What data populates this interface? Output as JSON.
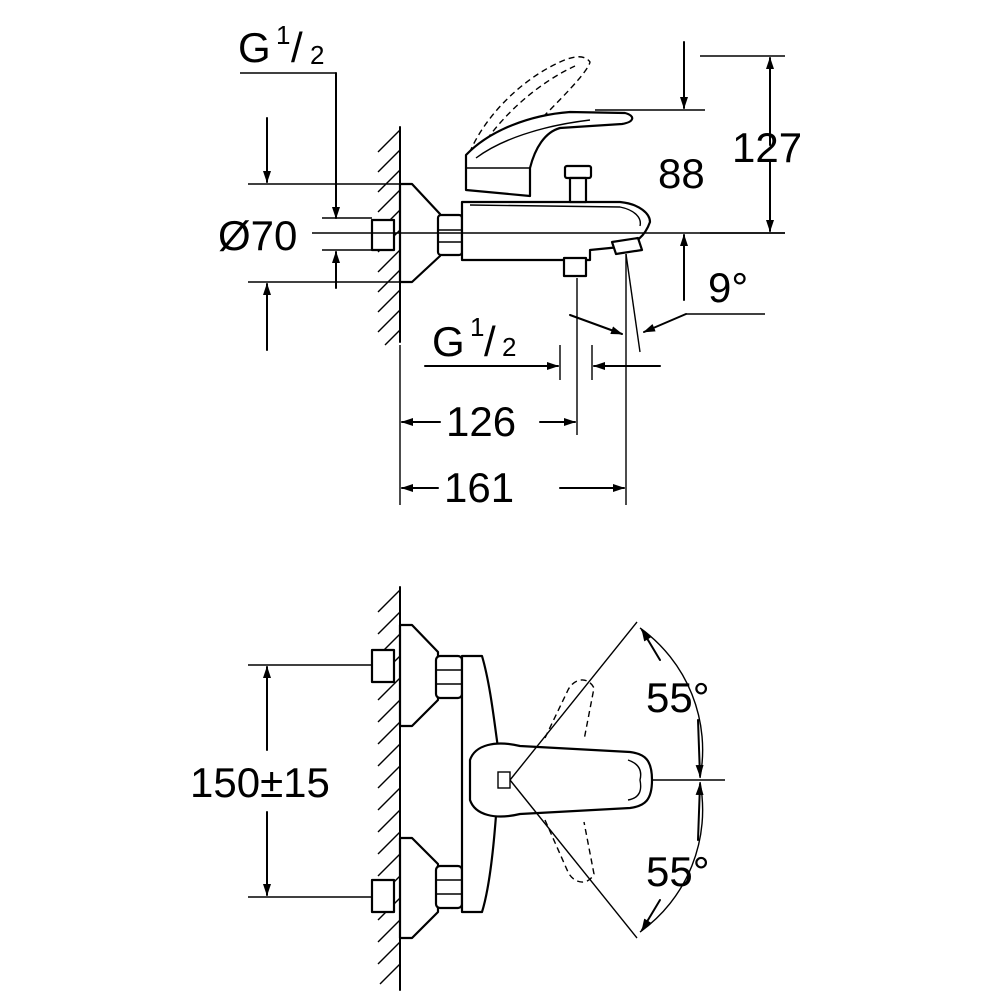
{
  "side_view": {
    "thread_top": {
      "main": "G",
      "sup": "1",
      "sub": "2"
    },
    "diameter": "Ø70",
    "height_127": "127",
    "height_88": "88",
    "angle": "9°",
    "thread_bottom": {
      "main": "G",
      "sup": "1",
      "sub": "2"
    },
    "length_126": "126",
    "length_161": "161"
  },
  "top_view": {
    "spacing": "150±15",
    "angle_upper": "55°",
    "angle_lower": "55°"
  }
}
